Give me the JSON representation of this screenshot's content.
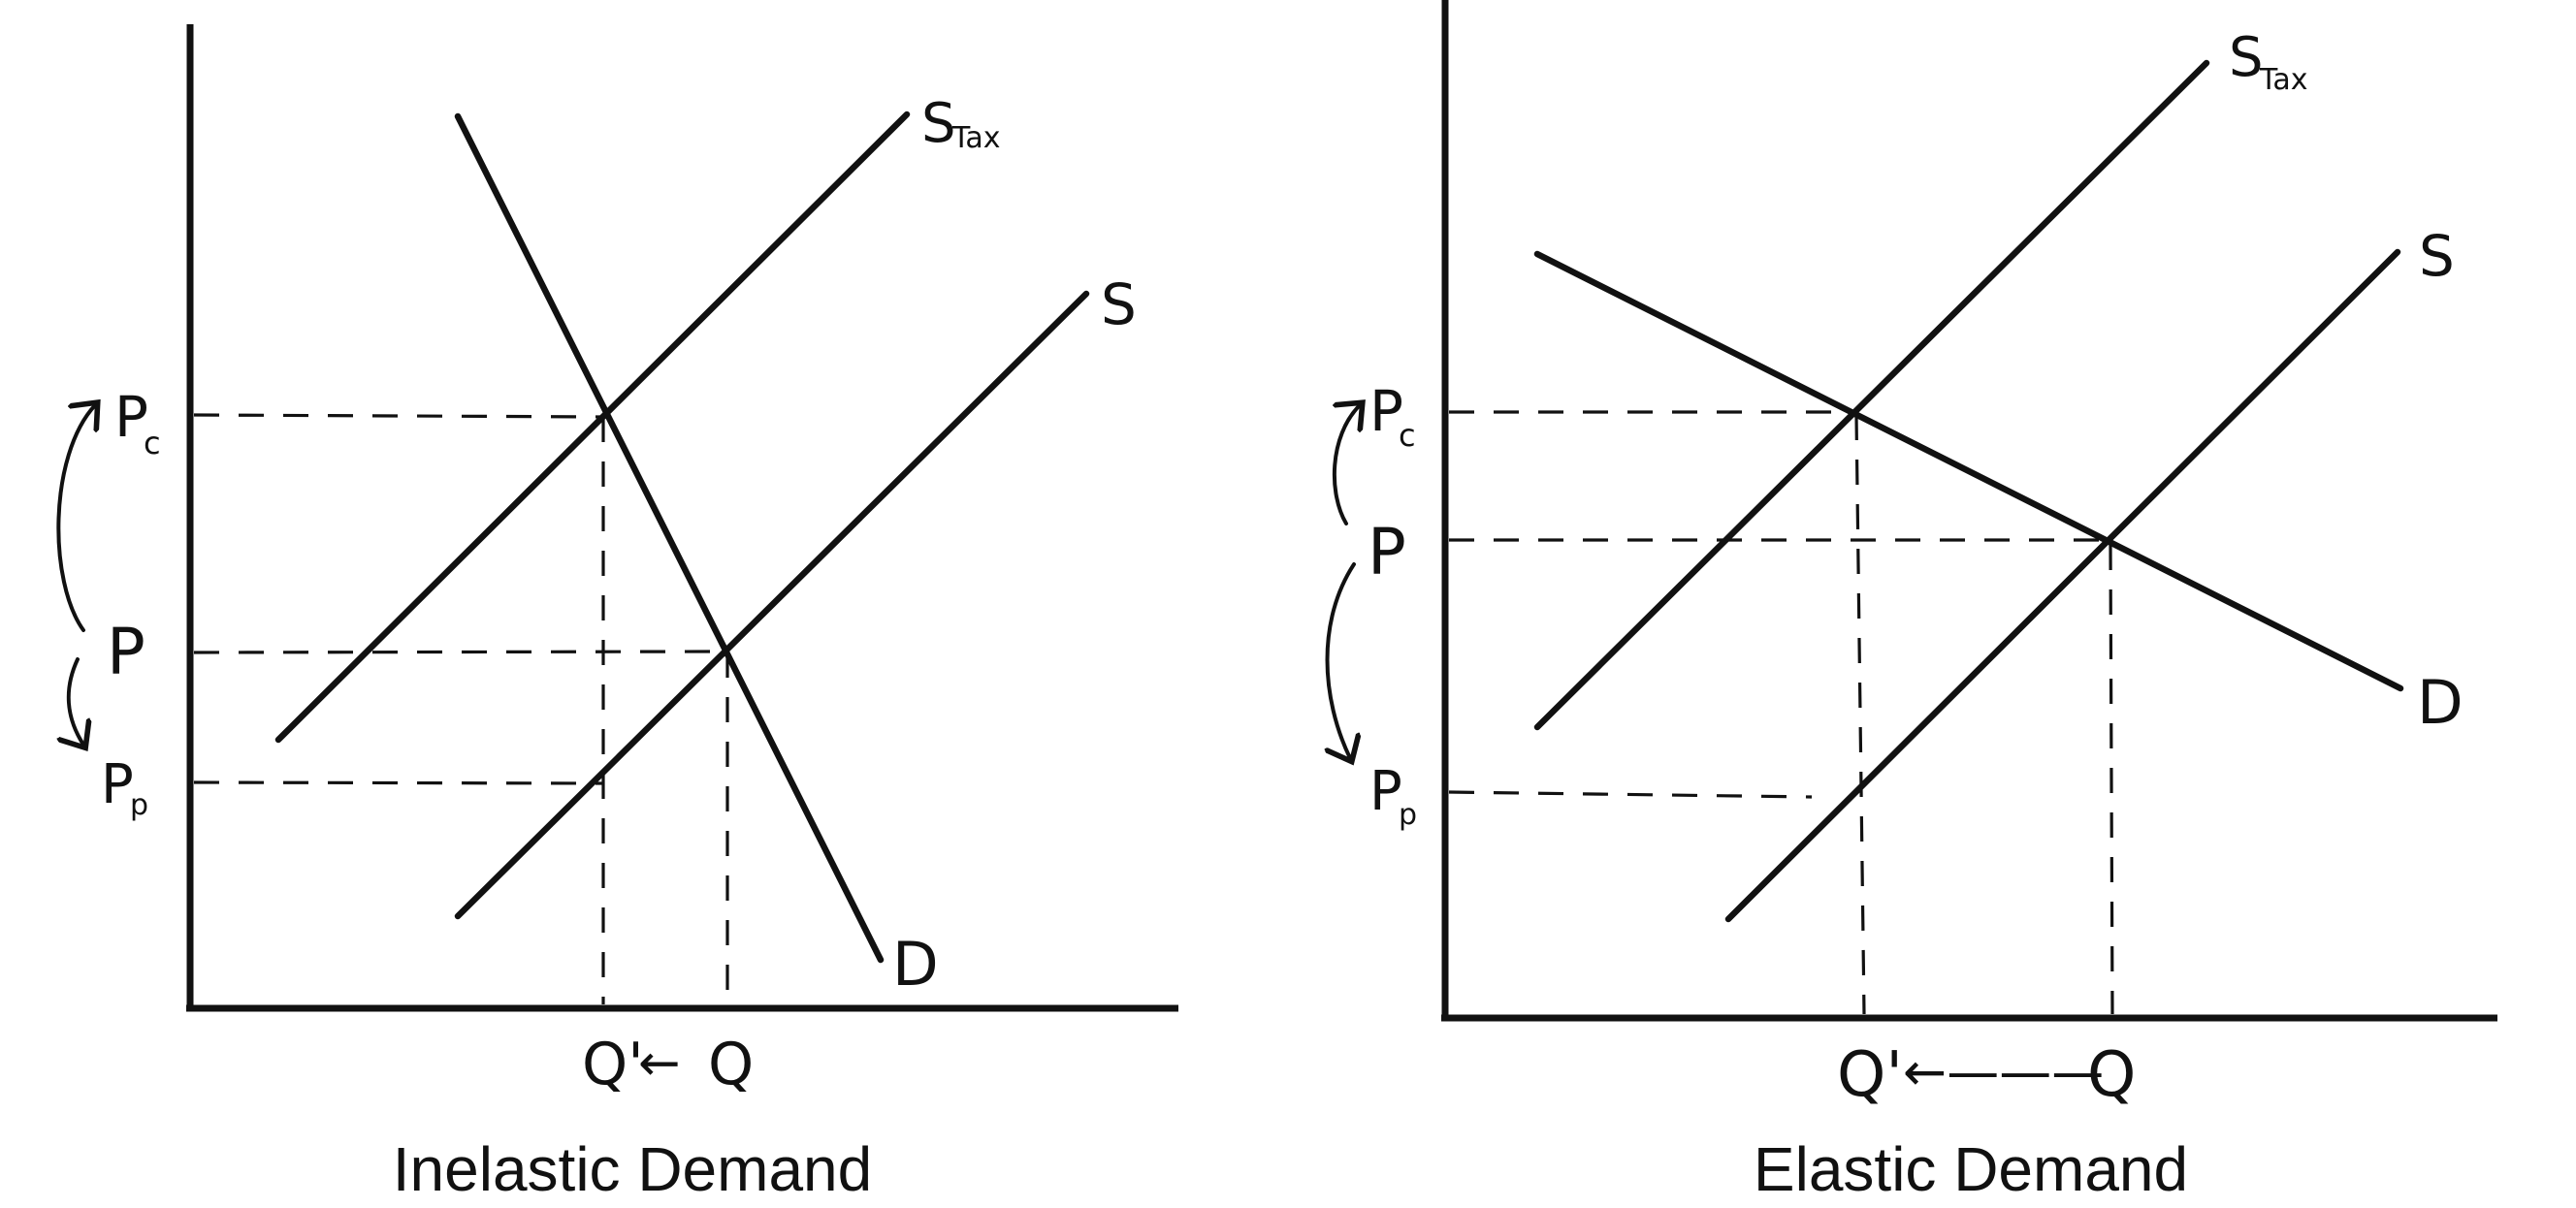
{
  "diagrams": [
    {
      "id": "inelastic",
      "caption": "Inelastic Demand",
      "labels": {
        "supply_tax": "S",
        "supply_tax_sub": "Tax",
        "supply": "S",
        "demand": "D",
        "price_consumer": "P",
        "price_consumer_sub": "c",
        "price": "P",
        "price_producer": "P",
        "price_producer_sub": "p",
        "quantity_new": "Q'",
        "quantity": "Q",
        "quantity_arrow": "←"
      }
    },
    {
      "id": "elastic",
      "caption": "Elastic Demand",
      "labels": {
        "supply_tax": "S",
        "supply_tax_sub": "Tax",
        "supply": "S",
        "demand": "D",
        "price_consumer": "P",
        "price_consumer_sub": "c",
        "price": "P",
        "price_producer": "P",
        "price_producer_sub": "p",
        "quantity_new": "Q'",
        "quantity": "Q",
        "quantity_arrow": "←———"
      }
    }
  ]
}
